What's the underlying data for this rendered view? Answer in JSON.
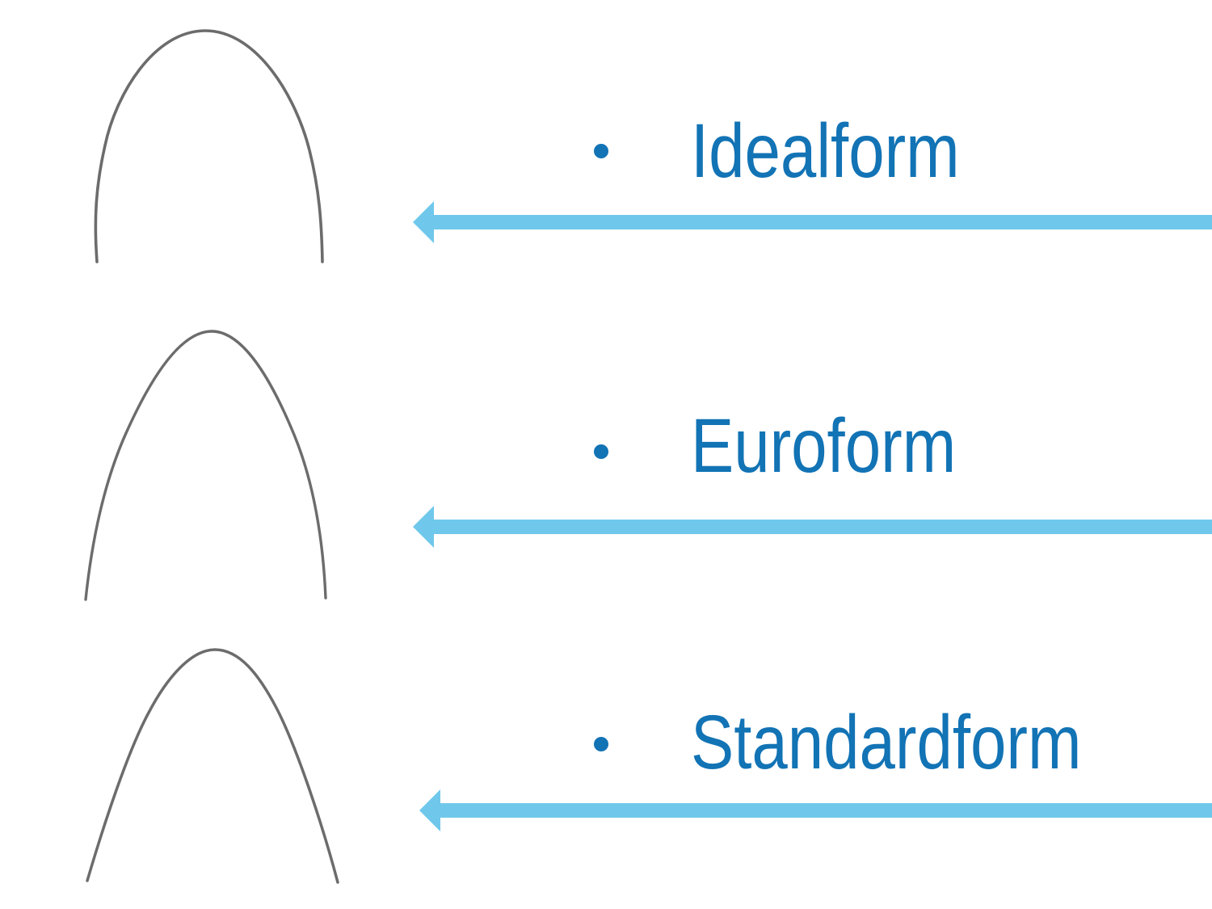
{
  "slide": {
    "background": "#ffffff",
    "description_not_rendered": ""
  },
  "colors": {
    "label_blue": "#1273b5",
    "arrow_blue": "#6fc8eb",
    "wire_gray": "#6c6c6c"
  },
  "items": [
    {
      "label": "Idealform",
      "bullet_glyph": "•",
      "shape": "idealform-archwire",
      "arrow": "left-arrow"
    },
    {
      "label": "Euroform",
      "bullet_glyph": "•",
      "shape": "euroform-archwire",
      "arrow": "left-arrow"
    },
    {
      "label": "Standardform",
      "bullet_glyph": "•",
      "shape": "standardform-archwire",
      "arrow": "left-arrow"
    }
  ]
}
